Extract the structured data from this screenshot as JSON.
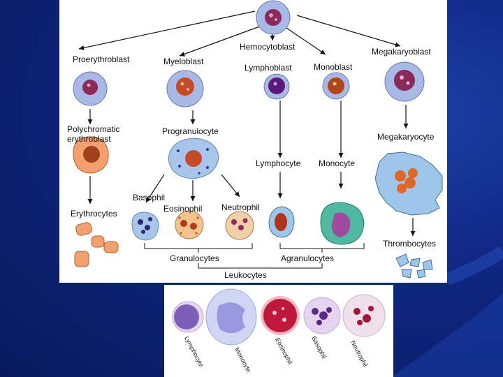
{
  "diagram": {
    "labels": {
      "hemocytoblast": "Hemocytoblast",
      "proerythroblast": "Proerythroblast",
      "myeloblast": "Myeloblast",
      "lymphoblast": "Lymphoblast",
      "monoblast": "Monoblast",
      "megakaryoblast": "Megakaryoblast",
      "polychromatic_line1": "Polychromatic",
      "polychromatic_line2": "erythroblast",
      "progranulocyte": "Progranulocyte",
      "megakaryocyte": "Megakaryocyte",
      "lymphocyte": "Lymphocyte",
      "monocyte": "Monocyte",
      "basophil": "Basophil",
      "eosinophil": "Eosinophil",
      "neutrophil": "Neutrophil",
      "erythrocytes": "Erythrocytes",
      "thrombocytes": "Thrombocytes",
      "granulocytes": "Granulocytes",
      "agranulocytes": "Agranulocytes",
      "leukocytes": "Leukocytes"
    }
  },
  "photo": {
    "labels": [
      "Lymphocyte",
      "Monocyte",
      "Eosinophil",
      "Basophil",
      "Neutrophil"
    ]
  },
  "colors": {
    "background": "#0f2680",
    "panel": "#ffffff",
    "cell_cytoplasm": "#a9b9e6",
    "nucleus": "#8a2a5a",
    "erythro": "#f2a070",
    "agran_teal": "#4fb8a0",
    "megakaryocyte": "#9ec6e8"
  }
}
